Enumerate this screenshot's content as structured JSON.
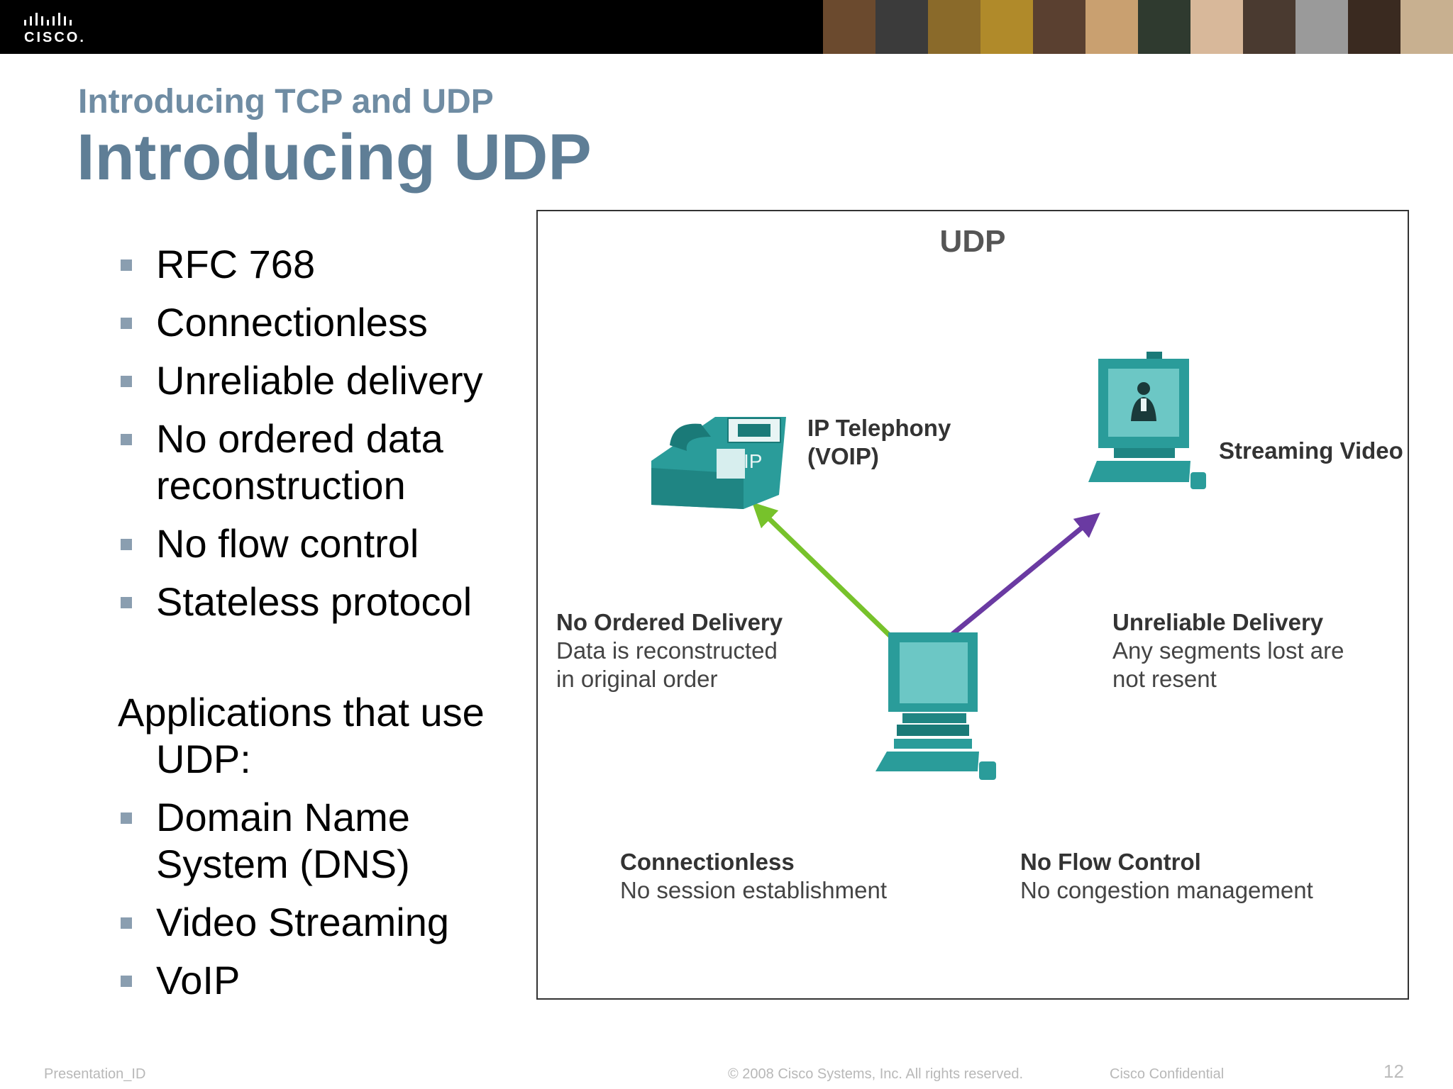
{
  "header": {
    "brand": "CISCO.",
    "photo_colors": [
      "#6b4a2e",
      "#3b3b3b",
      "#8a6a2a",
      "#b08a2a",
      "#5a4030",
      "#c9a070",
      "#2f3a2f",
      "#d8b89a",
      "#4a3a30",
      "#9a9a9a",
      "#3a2a20",
      "#c8b090"
    ]
  },
  "slide": {
    "subtitle": "Introducing TCP and UDP",
    "title": "Introducing UDP",
    "bullets": [
      "RFC 768",
      "Connectionless",
      "Unreliable delivery",
      "No ordered data reconstruction",
      "No flow control",
      "Stateless protocol"
    ],
    "apps_heading": "Applications that use UDP:",
    "apps": [
      "Domain Name System (DNS)",
      "Video Streaming",
      "VoIP"
    ]
  },
  "figure": {
    "title": "UDP",
    "ip_telephony_line1": "IP Telephony",
    "ip_telephony_line2": "(VOIP)",
    "phone_ip": "IP",
    "streaming_video": "Streaming Video",
    "no_ordered_title": "No Ordered Delivery",
    "no_ordered_line1": "Data is reconstructed",
    "no_ordered_line2": "in original order",
    "unreliable_title": "Unreliable Delivery",
    "unreliable_line1": "Any segments lost are",
    "unreliable_line2": "not resent",
    "connectionless_title": "Connectionless",
    "connectionless_text": "No session establishment",
    "noflow_title": "No Flow Control",
    "noflow_text": "No congestion management",
    "colors": {
      "device": "#2a9c9a",
      "device_dark": "#1a7a78",
      "arrow_green": "#77c22b",
      "arrow_purple": "#6a3aa2"
    }
  },
  "footer": {
    "presentation_id": "Presentation_ID",
    "copyright": "© 2008 Cisco Systems, Inc. All rights reserved.",
    "confidential": "Cisco Confidential",
    "page": "12"
  }
}
